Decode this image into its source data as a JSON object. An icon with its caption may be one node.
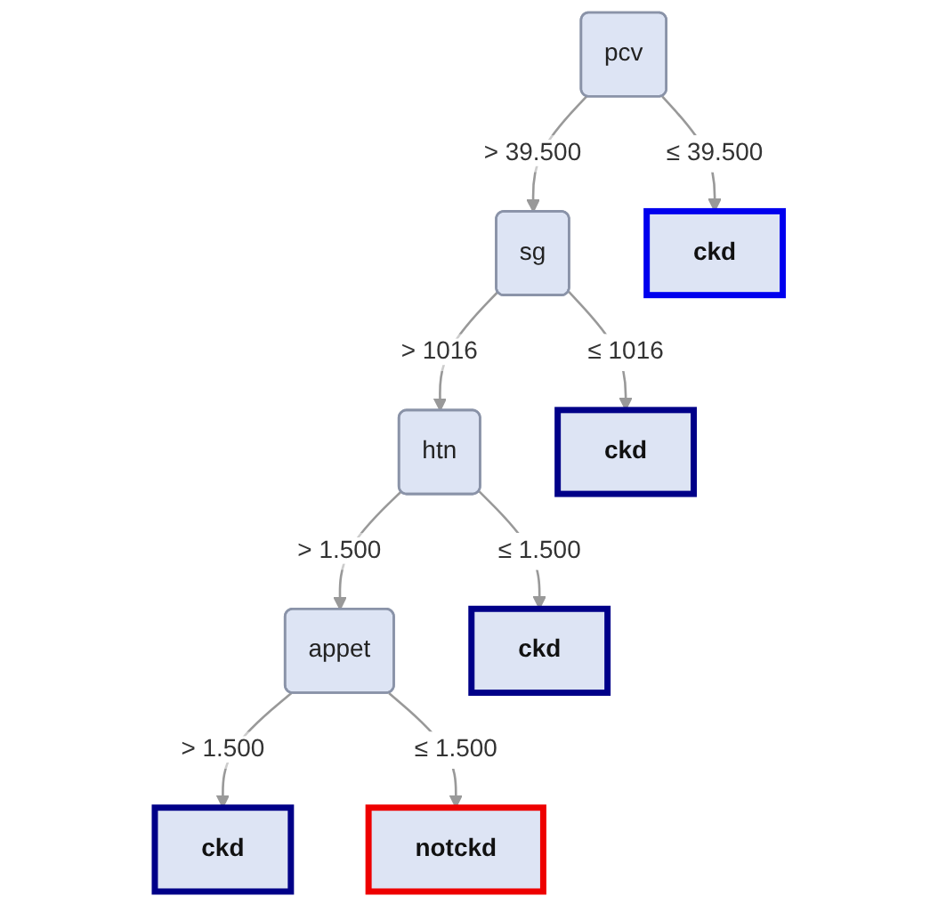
{
  "diagram": {
    "nodes": [
      {
        "text": [
          "pcv"
        ]
      },
      {
        "text": [
          "sg"
        ]
      },
      {
        "text": [
          "ckd"
        ]
      },
      {
        "text": [
          "htn"
        ]
      },
      {
        "text": [
          "ckd"
        ]
      },
      {
        "text": [
          "appet"
        ]
      },
      {
        "text": [
          "ckd"
        ]
      },
      {
        "text": [
          "ckd"
        ]
      },
      {
        "text": [
          "notckd"
        ]
      }
    ],
    "edges": [
      {
        "from": 0,
        "to": 1,
        "arrow": "to",
        "label": "> 39.500"
      },
      {
        "from": 0,
        "to": 2,
        "arrow": "to",
        "label": "≤ 39.500"
      },
      {
        "from": 1,
        "to": 3,
        "arrow": "to",
        "label": "> 1016"
      },
      {
        "from": 1,
        "to": 4,
        "arrow": "to",
        "label": "≤ 1016"
      },
      {
        "from": 3,
        "to": 5,
        "arrow": "to",
        "label": "> 1.500"
      },
      {
        "from": 3,
        "to": 6,
        "arrow": "to",
        "label": "≤ 1.500"
      },
      {
        "from": 5,
        "to": 7,
        "arrow": "to",
        "label": "> 1.500"
      },
      {
        "from": 5,
        "to": 8,
        "arrow": "to",
        "label": "≤ 1.500"
      }
    ]
  }
}
